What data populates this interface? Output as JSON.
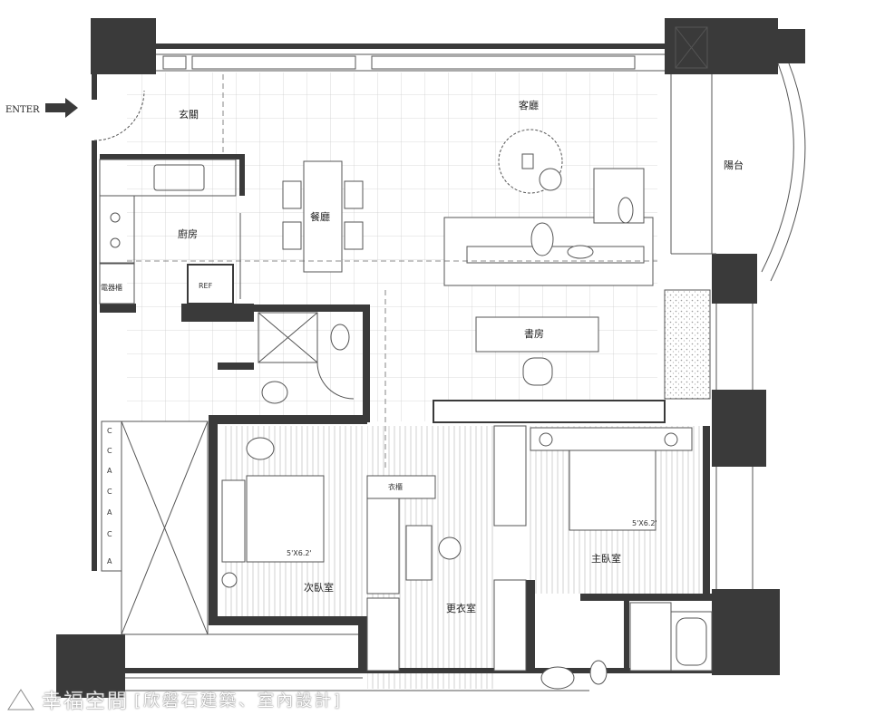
{
  "entrance": {
    "label": "ENTER"
  },
  "rooms": {
    "foyer": "玄關",
    "living": "客廳",
    "balcony": "陽台",
    "dining": "餐廳",
    "kitchen": "廚房",
    "study": "書房",
    "second_bedroom": "次臥室",
    "master_bedroom": "主臥室",
    "walk_in_closet": "更衣室"
  },
  "fixtures": {
    "refrigerator": "REF",
    "appliance_cabinet": "電器櫃",
    "closet_small": "衣櫃",
    "bed_size_second": "5'X6.2'",
    "bed_size_master": "5'X6.2'"
  },
  "cabinet_marks": [
    "C",
    "C",
    "A",
    "C",
    "A",
    "C",
    "A"
  ],
  "watermark": {
    "brand": "幸福空間",
    "credit": "[欣磐石建築、室內設計]"
  },
  "colors": {
    "wall": "#3a3a3a",
    "line": "#555555",
    "grid": "#c8c8c8",
    "background": "#ffffff"
  }
}
